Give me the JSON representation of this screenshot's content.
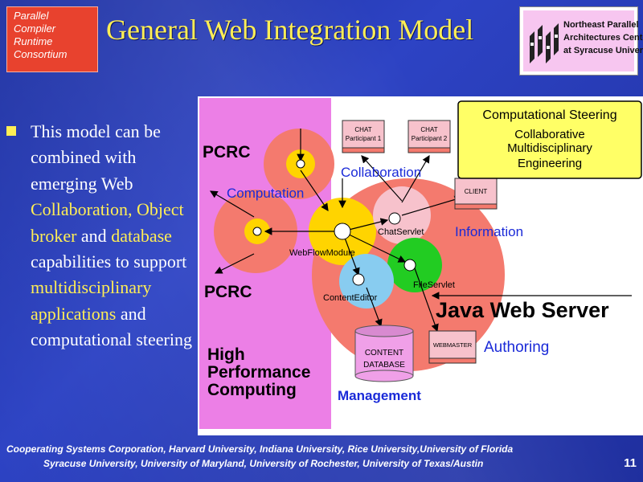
{
  "header": {
    "consortium_lines": [
      "Parallel",
      "Compiler",
      "Runtime",
      "Consortium"
    ],
    "title": "General Web Integration Model",
    "npac_lines": [
      "Northeast Parallel",
      "Architectures Center",
      "at Syracuse University"
    ]
  },
  "bullet": {
    "segments": [
      {
        "text": "This model can be combined with emerging Web ",
        "highlight": false
      },
      {
        "text": "Collaboration, Object broker",
        "highlight": true
      },
      {
        "text": " and ",
        "highlight": false
      },
      {
        "text": "database",
        "highlight": true
      },
      {
        "text": " capabilities to support ",
        "highlight": false
      },
      {
        "text": "multidisciplinary applications",
        "highlight": true
      },
      {
        "text": " and computational steering",
        "highlight": false
      }
    ]
  },
  "diagram": {
    "pcrc_top": "PCRC",
    "pcrc_bottom": "PCRC",
    "hpc": [
      "High",
      "Performance",
      "Computing"
    ],
    "collaboration": "Collaboration",
    "computation": "Computation",
    "information": "Information",
    "java_web_server": "Java Web Server",
    "authoring": "Authoring",
    "management": "Management",
    "steering": [
      "Computational Steering",
      "Collaborative",
      "Multidisciplinary",
      "Engineering"
    ],
    "chat_p1": [
      "CHAT",
      "Participant 1"
    ],
    "chat_p2": [
      "CHAT",
      "Participant 2"
    ],
    "client": "CLIENT",
    "webmaster": "WEBMASTER",
    "webflow_module": "WebFlowModule",
    "chat_servlet": "ChatServlet",
    "file_servlet": "FileServlet",
    "content_editor": "ContentEditor",
    "content_database": [
      "CONTENT",
      "DATABASE"
    ],
    "colors": {
      "pink_panel": "#ec7fe6",
      "salmon": "#f47a6e",
      "yellow": "#ffd400",
      "green": "#22cc22",
      "light_blue": "#88ccf0",
      "label_blue": "#1a2ad8"
    }
  },
  "footer": {
    "line1": "Cooperating Systems Corporation, Harvard University, Indiana University, Rice University,University of Florida",
    "line2": "Syracuse University, University of Maryland, University of Rochester, University of Texas/Austin",
    "page": "11"
  }
}
